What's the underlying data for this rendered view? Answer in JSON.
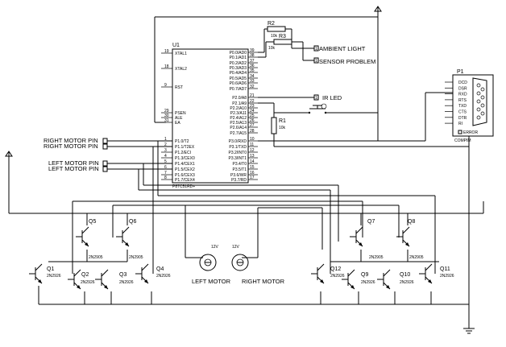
{
  "mcu": {
    "ref": "U1",
    "part": "P87C51RD+",
    "left_pins": [
      {
        "num": "19",
        "name": "XTAL1"
      },
      {
        "num": "18",
        "name": "XTAL2"
      },
      {
        "num": "9",
        "name": "RST"
      },
      {
        "num": "29",
        "name": "PSEN"
      },
      {
        "num": "30",
        "name": "ALE"
      },
      {
        "num": "31",
        "name": "EA"
      },
      {
        "num": "1",
        "name": "P1.0/T2"
      },
      {
        "num": "2",
        "name": "P1.1/T2EX"
      },
      {
        "num": "3",
        "name": "P1.2/ECI"
      },
      {
        "num": "4",
        "name": "P1.3/CEX0"
      },
      {
        "num": "5",
        "name": "P1.4/CEX1"
      },
      {
        "num": "6",
        "name": "P1.5/CEX2"
      },
      {
        "num": "7",
        "name": "P1.6/CEX3"
      },
      {
        "num": "8",
        "name": "P1.7/CEX4"
      }
    ],
    "right_pins": [
      {
        "num": "39",
        "name": "P0.0/AD0"
      },
      {
        "num": "38",
        "name": "P0.1/AD1"
      },
      {
        "num": "37",
        "name": "P0.2/AD2"
      },
      {
        "num": "36",
        "name": "P0.3/AD3"
      },
      {
        "num": "35",
        "name": "P0.4/AD4"
      },
      {
        "num": "34",
        "name": "P0.5/AD5"
      },
      {
        "num": "33",
        "name": "P0.6/AD6"
      },
      {
        "num": "32",
        "name": "P0.7/AD7"
      },
      {
        "num": "21",
        "name": "P2.0/A8"
      },
      {
        "num": "22",
        "name": "P2.1/A9"
      },
      {
        "num": "23",
        "name": "P2.2/A10"
      },
      {
        "num": "24",
        "name": "P2.3/A11"
      },
      {
        "num": "25",
        "name": "P2.4/A12"
      },
      {
        "num": "26",
        "name": "P2.5/A13"
      },
      {
        "num": "27",
        "name": "P2.6/A14"
      },
      {
        "num": "28",
        "name": "P2.7/A15"
      },
      {
        "num": "10",
        "name": "P3.0/RXD"
      },
      {
        "num": "11",
        "name": "P3.1/TXD"
      },
      {
        "num": "12",
        "name": "P3.2/INT0"
      },
      {
        "num": "13",
        "name": "P3.3/INT1"
      },
      {
        "num": "14",
        "name": "P3.4/T0"
      },
      {
        "num": "15",
        "name": "P3.5/T1"
      },
      {
        "num": "16",
        "name": "P3.6/WR"
      },
      {
        "num": "17",
        "name": "P3.7/RD"
      }
    ]
  },
  "resistors": [
    {
      "ref": "R2",
      "value": "10k"
    },
    {
      "ref": "R3",
      "value": "10k"
    },
    {
      "ref": "R1",
      "value": "10k"
    }
  ],
  "labels": {
    "ambient_light": "AMBIENT LIGHT",
    "sensor_problem": "SENSOR PROBLEM",
    "ir_led": "IR LED",
    "right_motor_pin_1": "RIGHT MOTOR PIN",
    "right_motor_pin_2": "RIGHT MOTOR PIN",
    "left_motor_pin_1": "LEFT MOTOR PIN",
    "left_motor_pin_2": "LEFT MOTOR PIN",
    "left_motor": "LEFT MOTOR",
    "right_motor": "RIGHT MOTOR",
    "motor_voltage_left": "12V",
    "motor_voltage_right": "12V"
  },
  "connector": {
    "ref": "P1",
    "part": "COMPIM",
    "pins": [
      "DCD",
      "DSR",
      "RXD",
      "RTS",
      "TXD",
      "CTS",
      "DTR",
      "RI"
    ],
    "error_label": "ERROR"
  },
  "transistors": [
    {
      "ref": "Q1",
      "part": "2N2926"
    },
    {
      "ref": "Q2",
      "part": "2N2926"
    },
    {
      "ref": "Q3",
      "part": "2N2926"
    },
    {
      "ref": "Q4",
      "part": "2N2926"
    },
    {
      "ref": "Q5",
      "part": "2N2905"
    },
    {
      "ref": "Q6",
      "part": "2N2905"
    },
    {
      "ref": "Q7",
      "part": "2N2905"
    },
    {
      "ref": "Q8",
      "part": "2N2905"
    },
    {
      "ref": "Q9",
      "part": "2N2926"
    },
    {
      "ref": "Q10",
      "part": "2N2926"
    },
    {
      "ref": "Q11",
      "part": "2N2926"
    },
    {
      "ref": "Q12",
      "part": "2N2926"
    }
  ]
}
